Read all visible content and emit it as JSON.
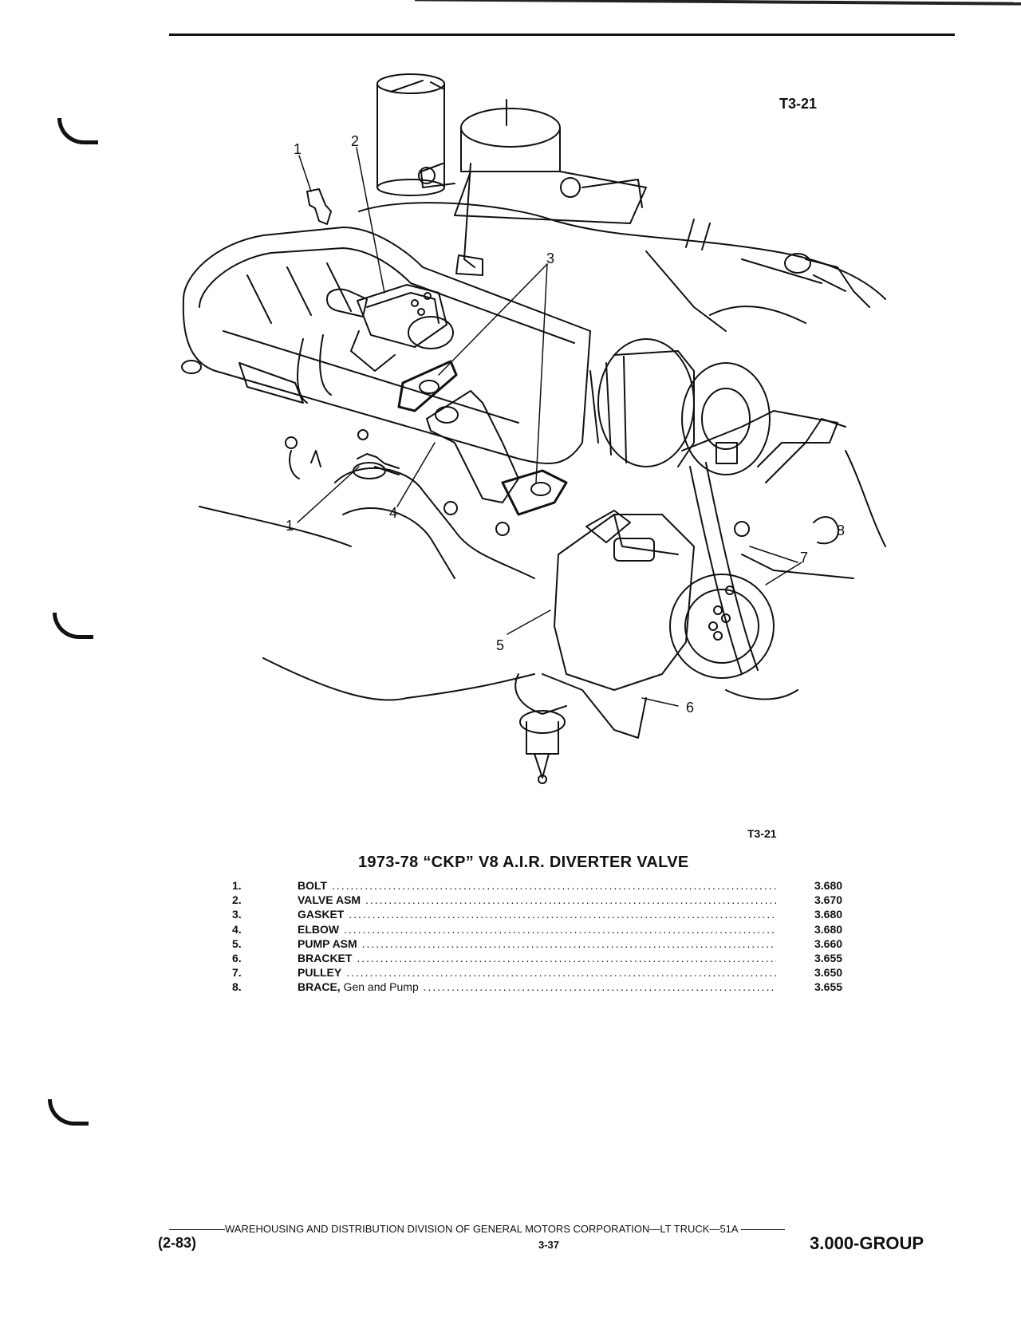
{
  "figure": {
    "code_top": "T3-21",
    "code_bottom": "T3-21",
    "callouts": [
      "1",
      "2",
      "3",
      "1",
      "4",
      "5",
      "6",
      "7",
      "8"
    ]
  },
  "caption": {
    "title": "1973-78 “CKP” V8 A.I.R. DIVERTER VALVE"
  },
  "parts": [
    {
      "no": "1.",
      "name": "BOLT",
      "qualifier": "",
      "group": "3.680"
    },
    {
      "no": "2.",
      "name": "VALVE ASM",
      "qualifier": "",
      "group": "3.670"
    },
    {
      "no": "3.",
      "name": "GASKET",
      "qualifier": "",
      "group": "3.680"
    },
    {
      "no": "4.",
      "name": "ELBOW",
      "qualifier": "",
      "group": "3.680"
    },
    {
      "no": "5.",
      "name": "PUMP ASM",
      "qualifier": "",
      "group": "3.660"
    },
    {
      "no": "6.",
      "name": "BRACKET",
      "qualifier": "",
      "group": "3.655"
    },
    {
      "no": "7.",
      "name": "PULLEY",
      "qualifier": "",
      "group": "3.650"
    },
    {
      "no": "8.",
      "name": "BRACE,",
      "qualifier": " Gen and Pump",
      "group": "3.655"
    }
  ],
  "footer": {
    "publisher_line": "WAREHOUSING AND DISTRIBUTION  DIVISION OF GENERAL MOTORS CORPORATION—LT TRUCK—51A",
    "date": "(2-83)",
    "page": "3-37",
    "group": "3.000-GROUP"
  }
}
